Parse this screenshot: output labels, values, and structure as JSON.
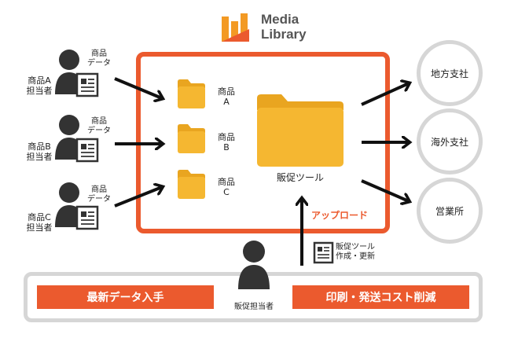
{
  "logo": {
    "line1": "Media",
    "line2": "Library"
  },
  "personA": {
    "data_label": "商品\nデータ",
    "name_label": "商品A\n担当者"
  },
  "personB": {
    "data_label": "商品\nデータ",
    "name_label": "商品B\n担当者"
  },
  "personC": {
    "data_label": "商品\nデータ",
    "name_label": "商品C\n担当者"
  },
  "folders": [
    {
      "label": "商品\nA"
    },
    {
      "label": "商品\nB"
    },
    {
      "label": "商品\nC"
    }
  ],
  "big_folder": {
    "label": "販促ツール"
  },
  "upload_label": "アップロード",
  "tool_update_label": "販促ツール\n作成・更新",
  "branches": [
    {
      "label": "地方支社"
    },
    {
      "label": "海外支社"
    },
    {
      "label": "営業所"
    }
  ],
  "bottom": {
    "left_banner": "最新データ入手",
    "right_banner": "印刷・発送コスト削減",
    "person_label": "販促担当者"
  },
  "colors": {
    "accent": "#eb5a2e",
    "folder": "#f5b731",
    "gray": "#d6d6d6",
    "dark": "#333333"
  }
}
